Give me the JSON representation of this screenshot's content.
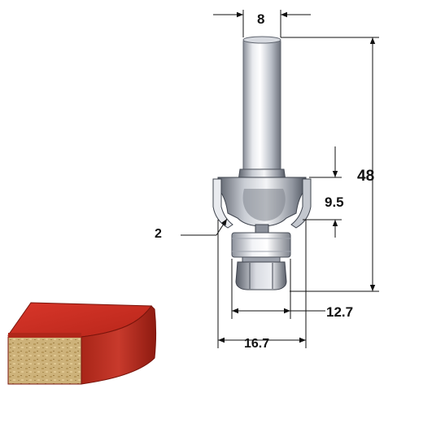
{
  "dimensions": {
    "shank_diameter": "8",
    "overall_length": "48",
    "cutting_height": "9.5",
    "radius": "2",
    "bearing_diameter": "12.7",
    "cutter_diameter": "16.7"
  },
  "colors": {
    "steel_light": "#eef0f4",
    "steel_mid": "#a9aeb8",
    "steel_dark": "#5a606b",
    "edge_red": "#c42b1c",
    "edge_red_dark": "#8e1a10",
    "chipboard": "#cdb27a",
    "line": "#111111"
  }
}
